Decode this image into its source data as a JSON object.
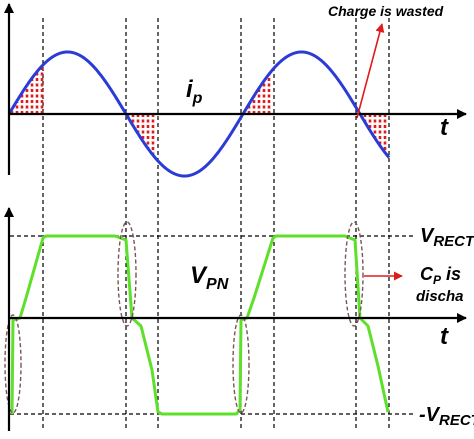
{
  "upper_plot": {
    "current_label": {
      "main": "i",
      "sub": "p"
    },
    "time_label": "t",
    "annotation": "Charge is wasted",
    "colors": {
      "current": "#2a3bd6",
      "wasted_charge": "#e01b1b",
      "axis": "#000000"
    }
  },
  "lower_plot": {
    "voltage_label": {
      "main": "V",
      "sub": "PN"
    },
    "time_label": "t",
    "upper_level_label": {
      "main": "V",
      "sub": "RECT"
    },
    "lower_level_label": {
      "main": "-V",
      "sub": "RECT"
    },
    "annotation": {
      "symbol": "C",
      "symbol_sub": "P",
      "line1_rest": " is",
      "line2": "discha"
    },
    "colors": {
      "voltage": "#5ee02a",
      "ellipse": "#7a5555",
      "arrow": "#e01b1b"
    }
  }
}
